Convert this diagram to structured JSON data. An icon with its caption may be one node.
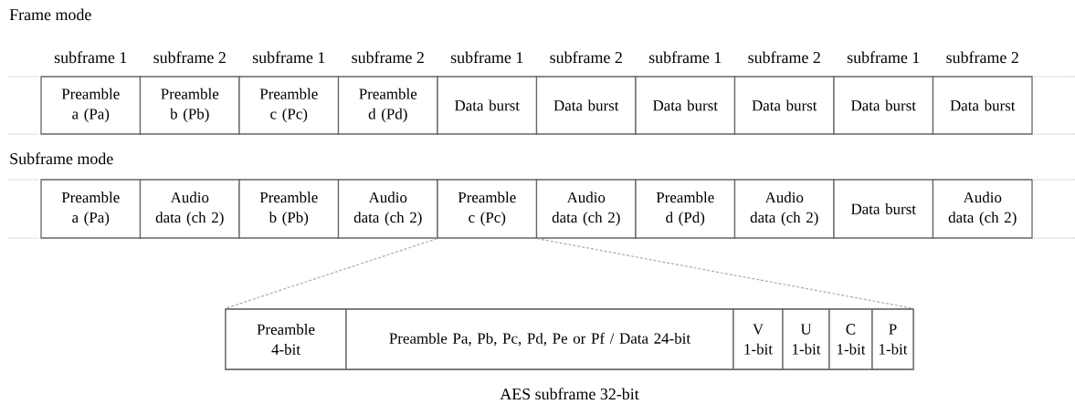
{
  "diagram": {
    "nodes": [
      {
        "text": [
          "Preamble a (Pa)"
        ],
        "beside": [
          "subframe 1"
        ]
      },
      {
        "text": [
          "Preamble b (Pb)"
        ],
        "beside": [
          "subframe 2"
        ]
      },
      {
        "text": [
          "Preamble c (Pc)"
        ],
        "beside": [
          "subframe 1"
        ]
      },
      {
        "text": [
          "Preamble d (Pd)"
        ],
        "beside": [
          "subframe 2"
        ]
      },
      {
        "text": [
          "Data burst"
        ],
        "beside": [
          "subframe 1"
        ]
      },
      {
        "text": [
          "Data burst"
        ],
        "beside": [
          "subframe 2"
        ]
      },
      {
        "text": [
          "Data burst"
        ],
        "beside": [
          "subframe 1"
        ]
      },
      {
        "text": [
          "Data burst"
        ],
        "beside": [
          "subframe 2"
        ]
      },
      {
        "text": [
          "Data burst"
        ],
        "beside": [
          "subframe 1"
        ]
      },
      {
        "text": [
          "Data burst"
        ],
        "beside": [
          "subframe 2"
        ]
      },
      {
        "text": [
          "Preamble a (Pa)"
        ]
      },
      {
        "text": [
          "Audio data (ch 2)"
        ]
      },
      {
        "text": [
          "Preamble b (Pb)"
        ]
      },
      {
        "text": [
          "Audio data (ch 2)"
        ]
      },
      {
        "text": [
          "Preamble c (Pc)"
        ]
      },
      {
        "text": [
          "Audio data (ch 2)"
        ]
      },
      {
        "text": [
          "Preamble d (Pd)"
        ]
      },
      {
        "text": [
          "Audio data (ch 2)"
        ]
      },
      {
        "text": [
          "Data burst"
        ]
      },
      {
        "text": [
          "Audio data (ch 2)"
        ]
      },
      {
        "text": [],
        "shape": "box",
        "beside": [
          "AES subframe 32-bit"
        ]
      },
      {
        "text": [
          "Preamble 4-bit"
        ],
        "in": 20
      },
      {
        "text": [
          "Preamble Pa, Pb, Pc, Pd, Pe or Pf / Data 24-bit"
        ],
        "in": 20
      },
      {
        "text": [
          "V 1-bit"
        ],
        "in": 20
      },
      {
        "text": [
          "U 1-bit"
        ],
        "in": 20
      },
      {
        "text": [
          "C 1-bit"
        ],
        "in": 20
      },
      {
        "text": [
          "P 1-bit"
        ],
        "in": 20
      }
    ],
    "edges": [
      {
        "from": 14,
        "to": 20,
        "arrow": "none",
        "style": "dashed",
        "color": "#aaaaaa"
      },
      {
        "from": 14,
        "to": 20,
        "arrow": "none",
        "style": "dashed",
        "color": "#aaaaaa"
      }
    ],
    "labels": [
      "Frame mode",
      "Subframe mode"
    ]
  }
}
